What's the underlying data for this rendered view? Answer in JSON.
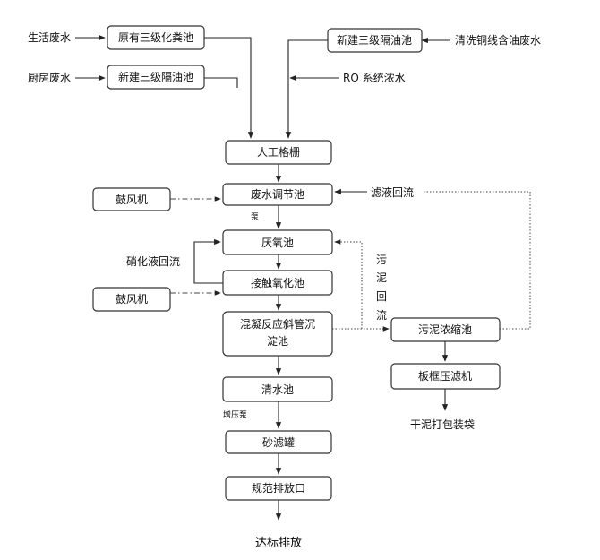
{
  "inputs": {
    "domestic_wastewater": "生活废水",
    "kitchen_wastewater": "厨房废水",
    "oily_wastewater": "清洗铜线含油废水",
    "ro_concentrate": "RO 系统浓水"
  },
  "boxes": {
    "existing_septic_tank": "原有三级化粪池",
    "new_oil_separator_left": "新建三级隔油池",
    "new_oil_separator_right": "新建三级隔油池",
    "manual_screen": "人工格栅",
    "equalization_tank": "废水调节池",
    "anaerobic_tank": "厌氧池",
    "contact_oxidation_tank": "接触氧化池",
    "coagulation_settler": [
      "混凝反应斜管沉",
      "淀池"
    ],
    "clear_water_tank": "清水池",
    "sand_filter": "砂滤罐",
    "discharge_outlet": "规范排放口",
    "blower_1": "鼓风机",
    "blower_2": "鼓风机",
    "sludge_thickener": "污泥浓缩池",
    "plate_filter_press": "板框压滤机"
  },
  "labels": {
    "pump": "泵",
    "booster_pump": "增压泵",
    "nitrate_recycle": "硝化液回流",
    "filtrate_return": "滤液回流",
    "sludge_return": [
      "污",
      "泥",
      "回",
      "流"
    ],
    "dry_sludge": "干泥打包装袋",
    "final_discharge": "达标排放"
  }
}
